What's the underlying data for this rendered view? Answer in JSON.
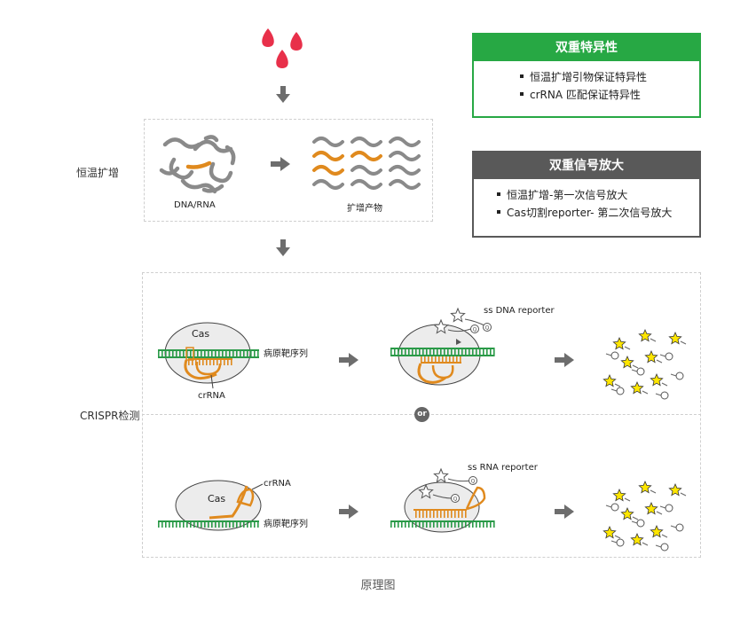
{
  "colors": {
    "drop": "#e8304a",
    "arrow": "#6d6d6d",
    "green_head": "#27a844",
    "dark_head": "#595959",
    "dna_green": "#2a9a48",
    "rna_orange": "#e08a1e",
    "strand_gray": "#8a8a8a",
    "star_yellow": "#ffe600",
    "cas_fill": "#ececec"
  },
  "left_labels": {
    "amplification": "恒温扩增",
    "crispr": "CRISPR检测"
  },
  "amplification": {
    "input_label": "DNA/RNA",
    "output_label": "扩增产物"
  },
  "panel_specificity": {
    "title": "双重特异性",
    "items": [
      "恒温扩增引物保证特异性",
      "crRNA 匹配保证特异性"
    ]
  },
  "panel_signal": {
    "title": "双重信号放大",
    "items": [
      "恒温扩增-第一次信号放大",
      "Cas切割reporter-  第二次信号放大"
    ]
  },
  "crispr_top": {
    "cas_label": "Cas",
    "target_label": "病原靶序列",
    "crrna_label": "crRNA",
    "reporter_label": "ss DNA reporter"
  },
  "crispr_bottom": {
    "cas_label": "Cas",
    "target_label": "病原靶序列",
    "crrna_label": "crRNA",
    "reporter_label": "ss RNA reporter"
  },
  "or_label": "or",
  "caption": "原理图"
}
